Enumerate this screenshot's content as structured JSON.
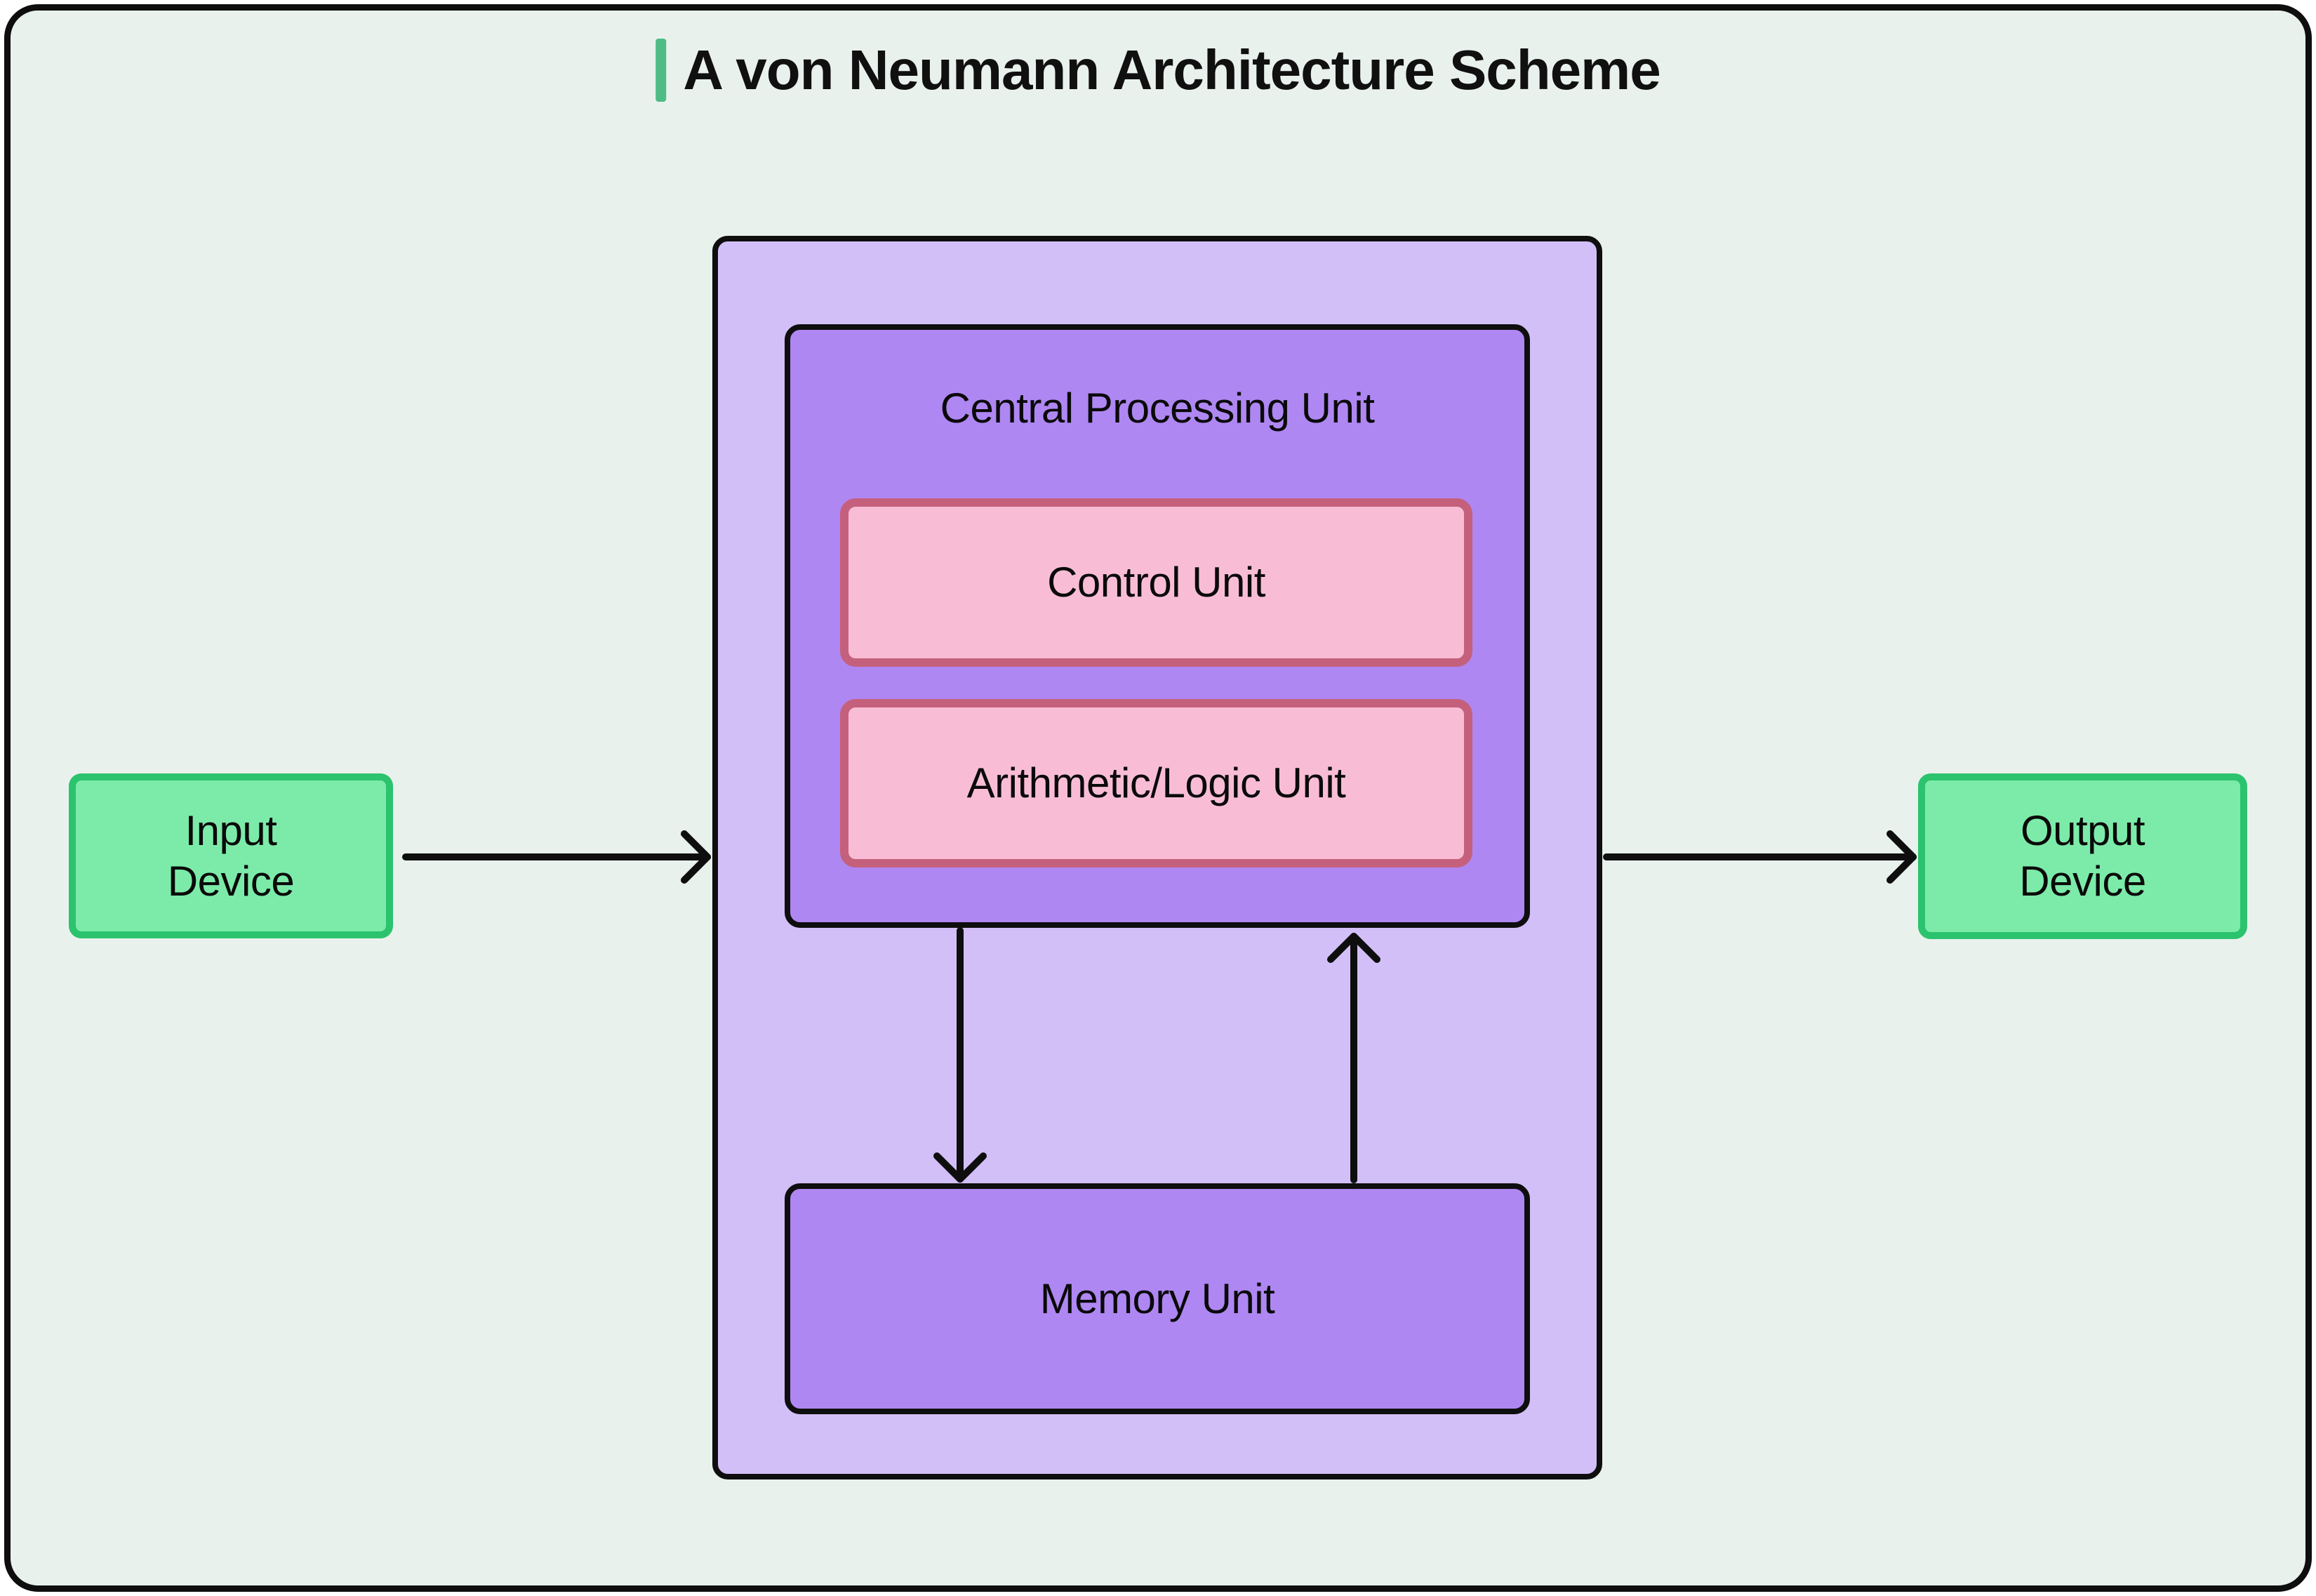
{
  "title": {
    "text": "A von Neumann Architecture Scheme"
  },
  "colors": {
    "background": "#e9f1ed",
    "line": "#0e0e0e",
    "accent_bar": "#4fbc86",
    "container_fill": "#d3bff7",
    "unit_fill": "#af87f2",
    "sub_unit_fill": "#f8bdd5",
    "sub_unit_border": "#c5607c",
    "device_fill": "#7ceba9",
    "device_border": "#2bc36d"
  },
  "nodes": {
    "input_device": {
      "lines": [
        "Input",
        "Device"
      ]
    },
    "cpu": {
      "label": "Central Processing Unit"
    },
    "control_unit": {
      "label": "Control Unit"
    },
    "alu": {
      "label": "Arithmetic/Logic Unit"
    },
    "memory_unit": {
      "label": "Memory Unit"
    },
    "output_device": {
      "lines": [
        "Output",
        "Device"
      ]
    }
  },
  "edges": [
    {
      "from": "input_device",
      "to": "cpu_container",
      "direction": "right"
    },
    {
      "from": "cpu_container",
      "to": "output_device",
      "direction": "right"
    },
    {
      "from": "cpu",
      "to": "memory_unit",
      "direction": "down"
    },
    {
      "from": "memory_unit",
      "to": "cpu",
      "direction": "up"
    }
  ]
}
